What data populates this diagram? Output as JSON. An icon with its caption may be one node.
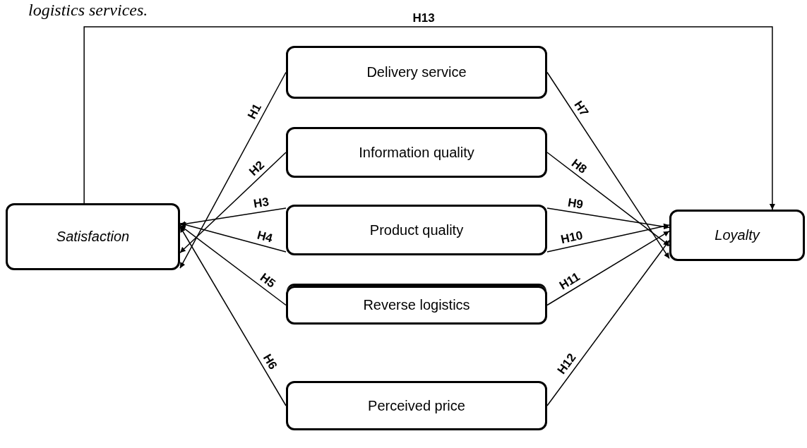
{
  "diagram": {
    "caption": "logistics services.",
    "nodes": [
      {
        "text": [
          "Satisfaction"
        ]
      },
      {
        "text": [
          "Delivery service"
        ]
      },
      {
        "text": [
          "Information quality"
        ]
      },
      {
        "text": [
          "Product quality"
        ]
      },
      {
        "text": [
          "Reverse logistics"
        ]
      },
      {
        "text": [
          "Perceived price"
        ]
      },
      {
        "text": [
          "Loyalty"
        ]
      }
    ],
    "edges": [
      {
        "from": 1,
        "to": 0,
        "arrow": "to",
        "label": "H1"
      },
      {
        "from": 2,
        "to": 0,
        "arrow": "to",
        "label": "H2"
      },
      {
        "from": 3,
        "to": 0,
        "arrow": "to",
        "label": "H3"
      },
      {
        "from": 3,
        "to": 0,
        "arrow": "to",
        "label": "H4"
      },
      {
        "from": 4,
        "to": 0,
        "arrow": "to",
        "label": "H5"
      },
      {
        "from": 5,
        "to": 0,
        "arrow": "to",
        "label": "H6"
      },
      {
        "from": 1,
        "to": 6,
        "arrow": "to",
        "label": "H7"
      },
      {
        "from": 2,
        "to": 6,
        "arrow": "to",
        "label": "H8"
      },
      {
        "from": 3,
        "to": 6,
        "arrow": "to",
        "label": "H9"
      },
      {
        "from": 3,
        "to": 6,
        "arrow": "to",
        "label": "H10"
      },
      {
        "from": 4,
        "to": 6,
        "arrow": "to",
        "label": "H11"
      },
      {
        "from": 5,
        "to": 6,
        "arrow": "to",
        "label": "H12"
      },
      {
        "from": 0,
        "to": 6,
        "arrow": "to",
        "label": "H13"
      }
    ]
  }
}
